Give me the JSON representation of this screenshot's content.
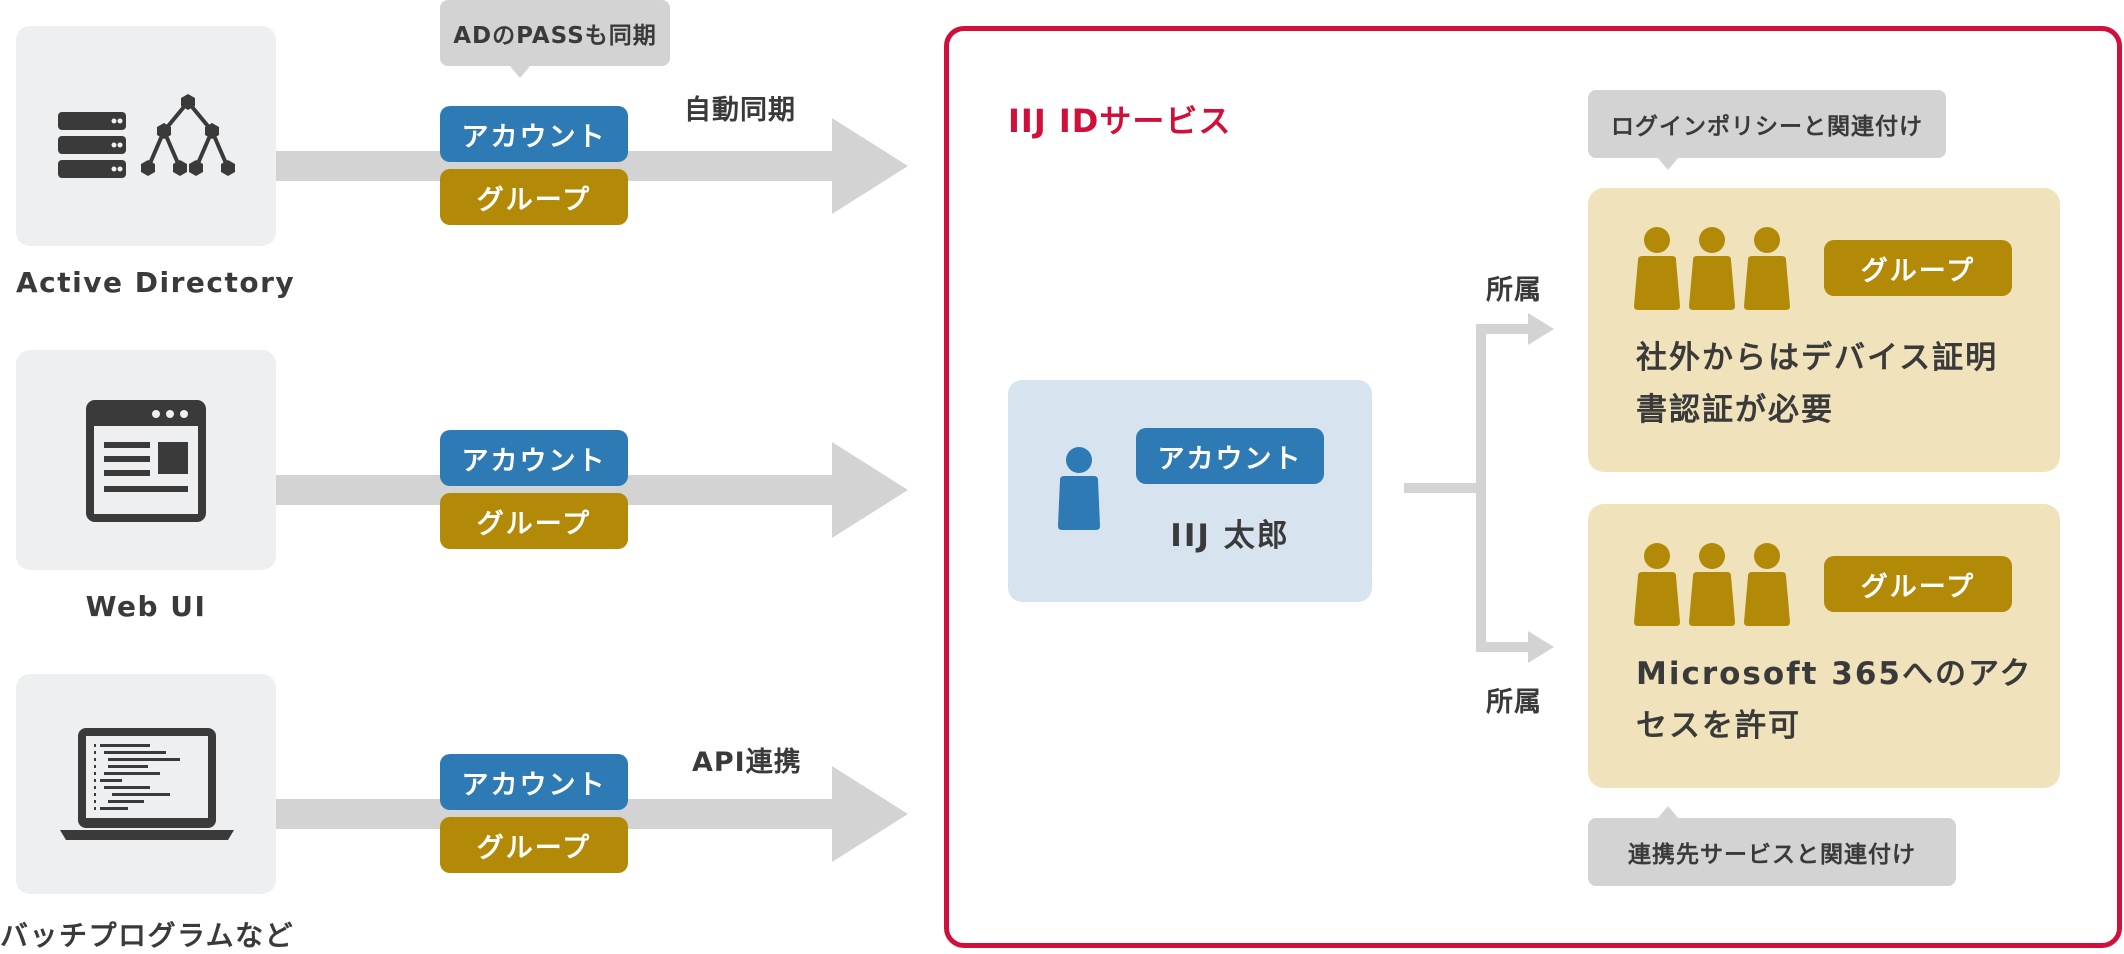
{
  "sources": [
    {
      "label": "Active Directory",
      "icon": "server-tree-icon",
      "note": "ADのPASSも同期",
      "flow_label": "自動同期",
      "account": "アカウント",
      "group": "グループ"
    },
    {
      "label": "Web UI",
      "icon": "browser-window-icon",
      "note": "",
      "flow_label": "",
      "account": "アカウント",
      "group": "グループ"
    },
    {
      "label": "バッチプログラムなど",
      "icon": "laptop-code-icon",
      "note": "",
      "flow_label": "API連携",
      "account": "アカウント",
      "group": "グループ"
    }
  ],
  "service": {
    "title": "IIJ IDサービス",
    "account_pill": "アカウント",
    "user_name": "IIJ 太郎",
    "belongs_top": "所属",
    "belongs_bottom": "所属",
    "login_policy_note": "ログインポリシーと関連付け",
    "linked_service_note": "連携先サービスと関連付け",
    "groups": [
      {
        "pill": "グループ",
        "text_line1": "社外からはデバイス証明",
        "text_line2": "書認証が必要"
      },
      {
        "pill": "グループ",
        "text_line1": "Microsoft 365へのアク",
        "text_line2": "セスを許可"
      }
    ]
  },
  "colors": {
    "accent_red": "#d0103a",
    "account_blue": "#2d7ab5",
    "group_gold": "#b28a07",
    "group_bg": "#f0e2ba",
    "account_bg": "#d7e4ef"
  }
}
